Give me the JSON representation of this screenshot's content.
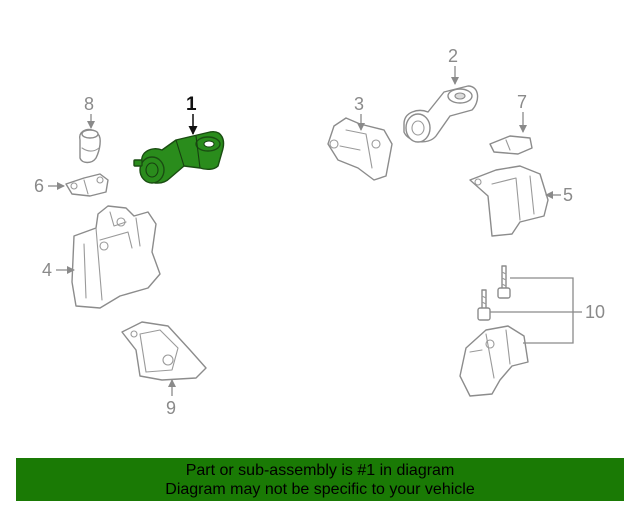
{
  "callouts": {
    "c1": "1",
    "c2": "2",
    "c3": "3",
    "c4": "4",
    "c5": "5",
    "c6": "6",
    "c7": "7",
    "c8": "8",
    "c9": "9",
    "c10": "10"
  },
  "highlighted_part": "1",
  "colors": {
    "highlight": "#2a8c1c",
    "banner": "#1a7a05"
  },
  "banner": {
    "line1": "Part or sub-assembly is #1 in diagram",
    "line2": "Diagram may not be specific to your vehicle"
  }
}
